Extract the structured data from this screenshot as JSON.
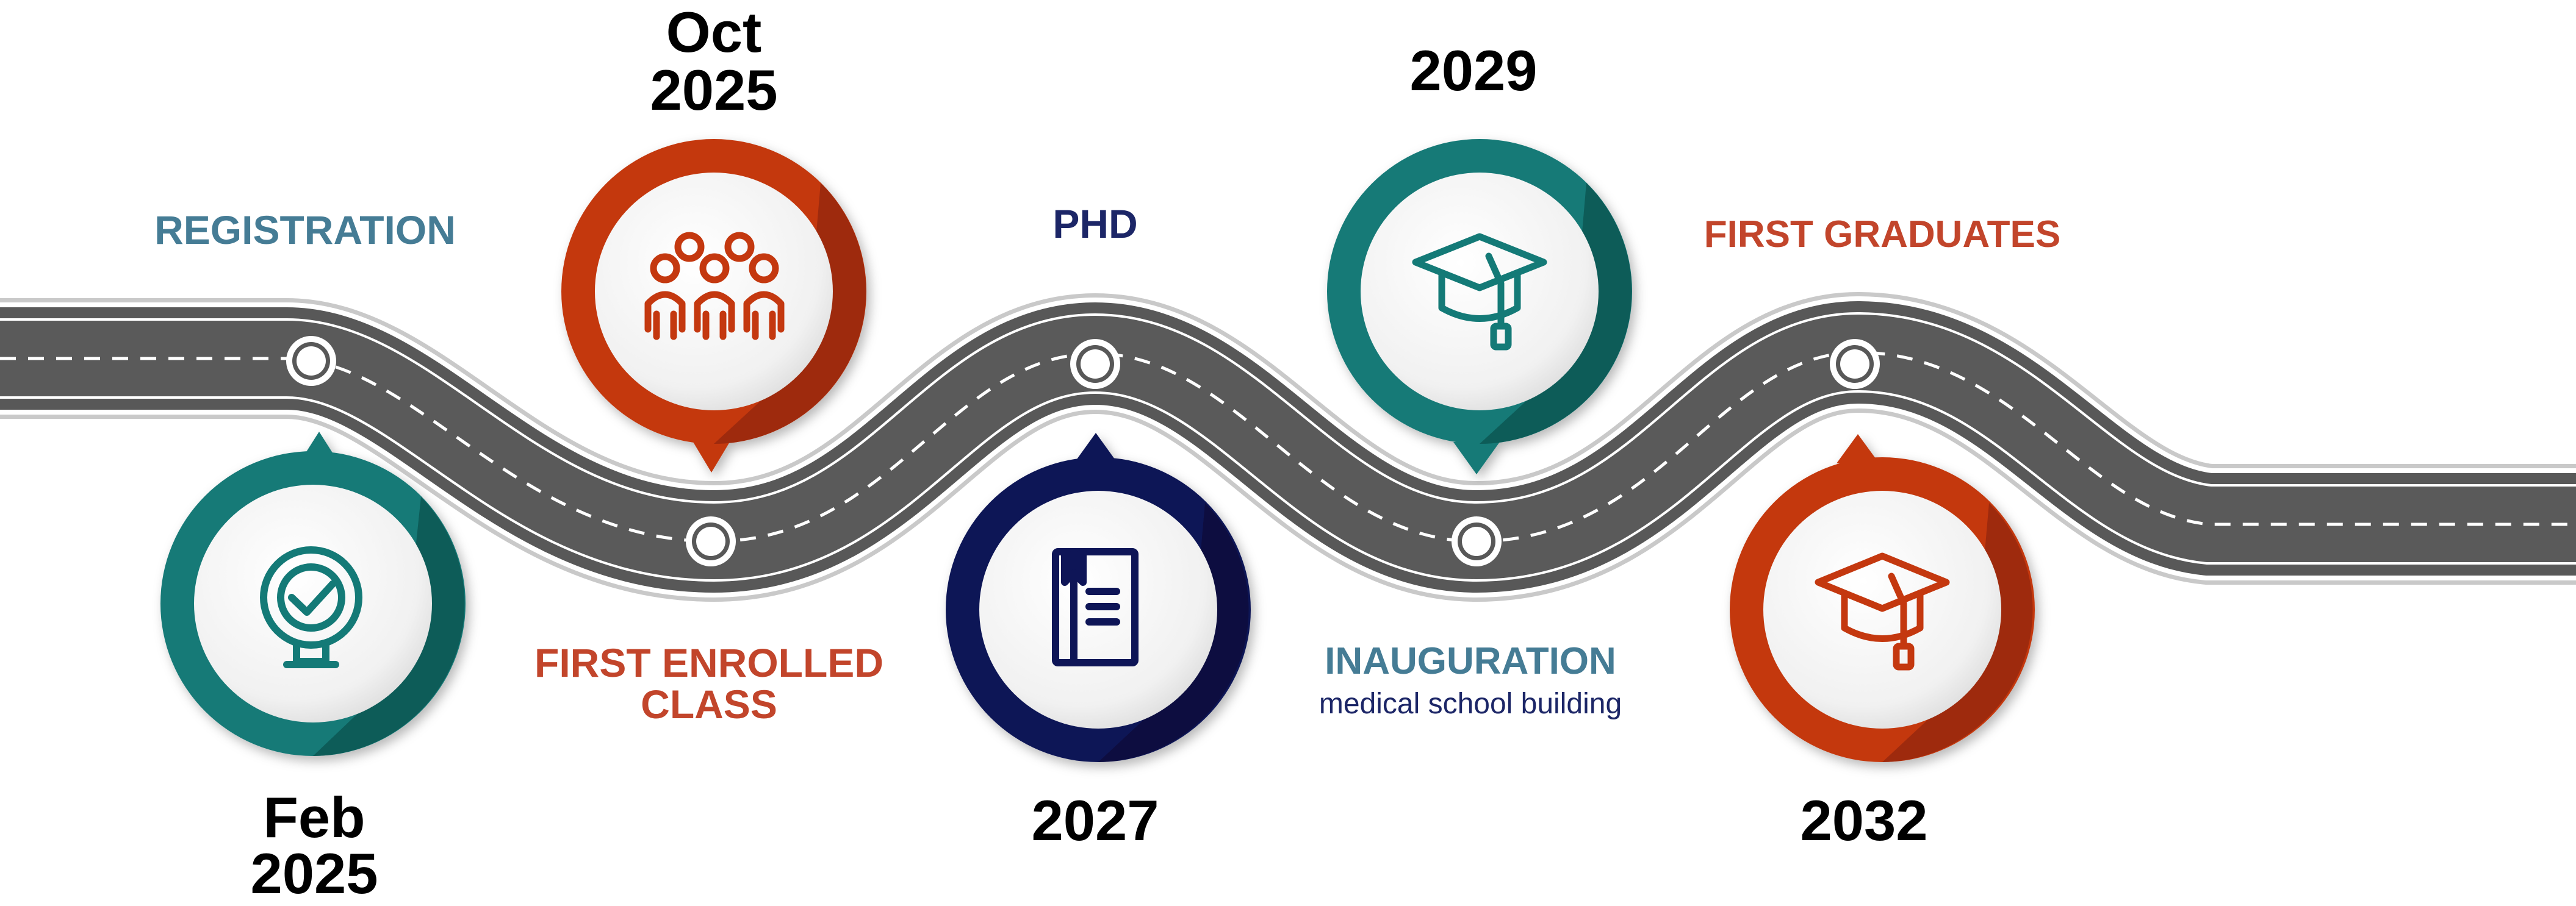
{
  "colors": {
    "teal": "#147a77",
    "teal_dark": "#0c4f4d",
    "orange": "#c4380f",
    "orange_dark": "#8e2308",
    "navy": "#0e1557",
    "navy_dark": "#070b36",
    "road": "#585858",
    "road_edge": "#ffffff",
    "label_blue": "#457c95",
    "label_orange": "#c2452b",
    "label_navy": "#1c2667"
  },
  "milestones": [
    {
      "id": "registration",
      "date": [
        "Feb",
        "2025"
      ],
      "title": [
        "REGISTRATION"
      ],
      "subtitle": "",
      "pin_color": "teal",
      "icon": "checkmark-badge-icon"
    },
    {
      "id": "first-enrolled-class",
      "date": [
        "Oct",
        "2025"
      ],
      "title": [
        "FIRST ENROLLED",
        "CLASS"
      ],
      "subtitle": "",
      "pin_color": "orange",
      "icon": "people-group-icon"
    },
    {
      "id": "phd",
      "date": [
        "2027"
      ],
      "title": [
        "PHD"
      ],
      "subtitle": "",
      "pin_color": "navy",
      "icon": "book-icon"
    },
    {
      "id": "inauguration",
      "date": [
        "2029"
      ],
      "title": [
        "INAUGURATION"
      ],
      "subtitle": "medical school building",
      "pin_color": "teal",
      "icon": "graduation-cap-icon"
    },
    {
      "id": "first-graduates",
      "date": [
        "2032"
      ],
      "title": [
        "FIRST GRADUATES"
      ],
      "subtitle": "",
      "pin_color": "orange",
      "icon": "graduation-cap-icon"
    }
  ]
}
